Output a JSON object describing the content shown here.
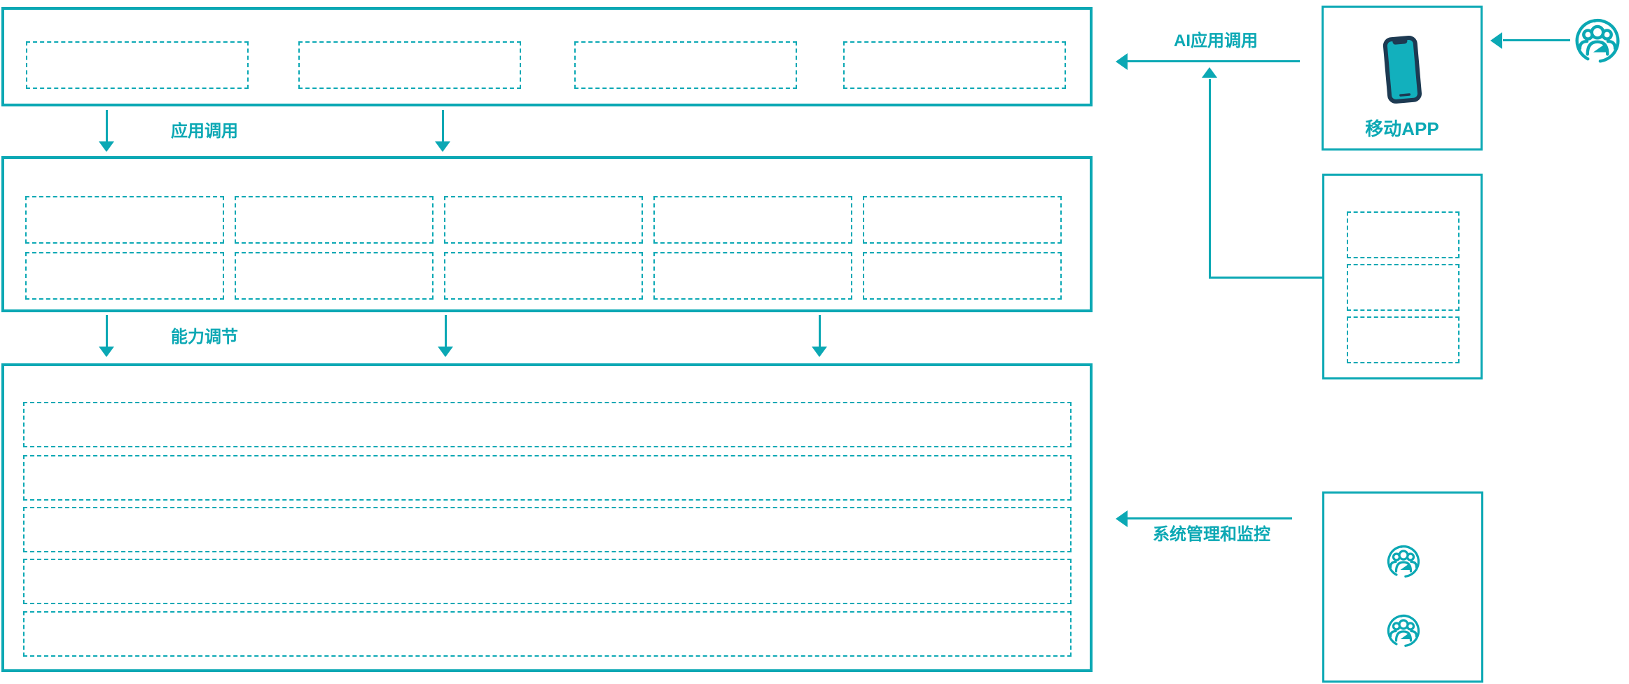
{
  "diagram": {
    "labels": {
      "app_call": "应用调用",
      "capability_adjust": "能力调节",
      "ai_app_call": "AI应用调用",
      "system_management": "系统管理和监控",
      "mobile_app": "移动APP"
    },
    "colors": {
      "teal": "#0ba8b4",
      "navy": "#1d3a52",
      "screen": "#12b0bd",
      "background": "#ffffff"
    },
    "panels": {
      "top_layer": {
        "placeholder_count": 4
      },
      "middle_layer": {
        "placeholder_rows": 2,
        "placeholder_cols": 5
      },
      "bottom_layer": {
        "placeholder_count": 5
      },
      "mobile_app_box": {
        "icon": "smartphone-icon"
      },
      "service_box": {
        "placeholder_count": 3
      },
      "admin_box": {
        "icon": "users-circle-icon",
        "icon_count": 2
      },
      "external_user": {
        "icon": "users-circle-icon"
      }
    }
  }
}
